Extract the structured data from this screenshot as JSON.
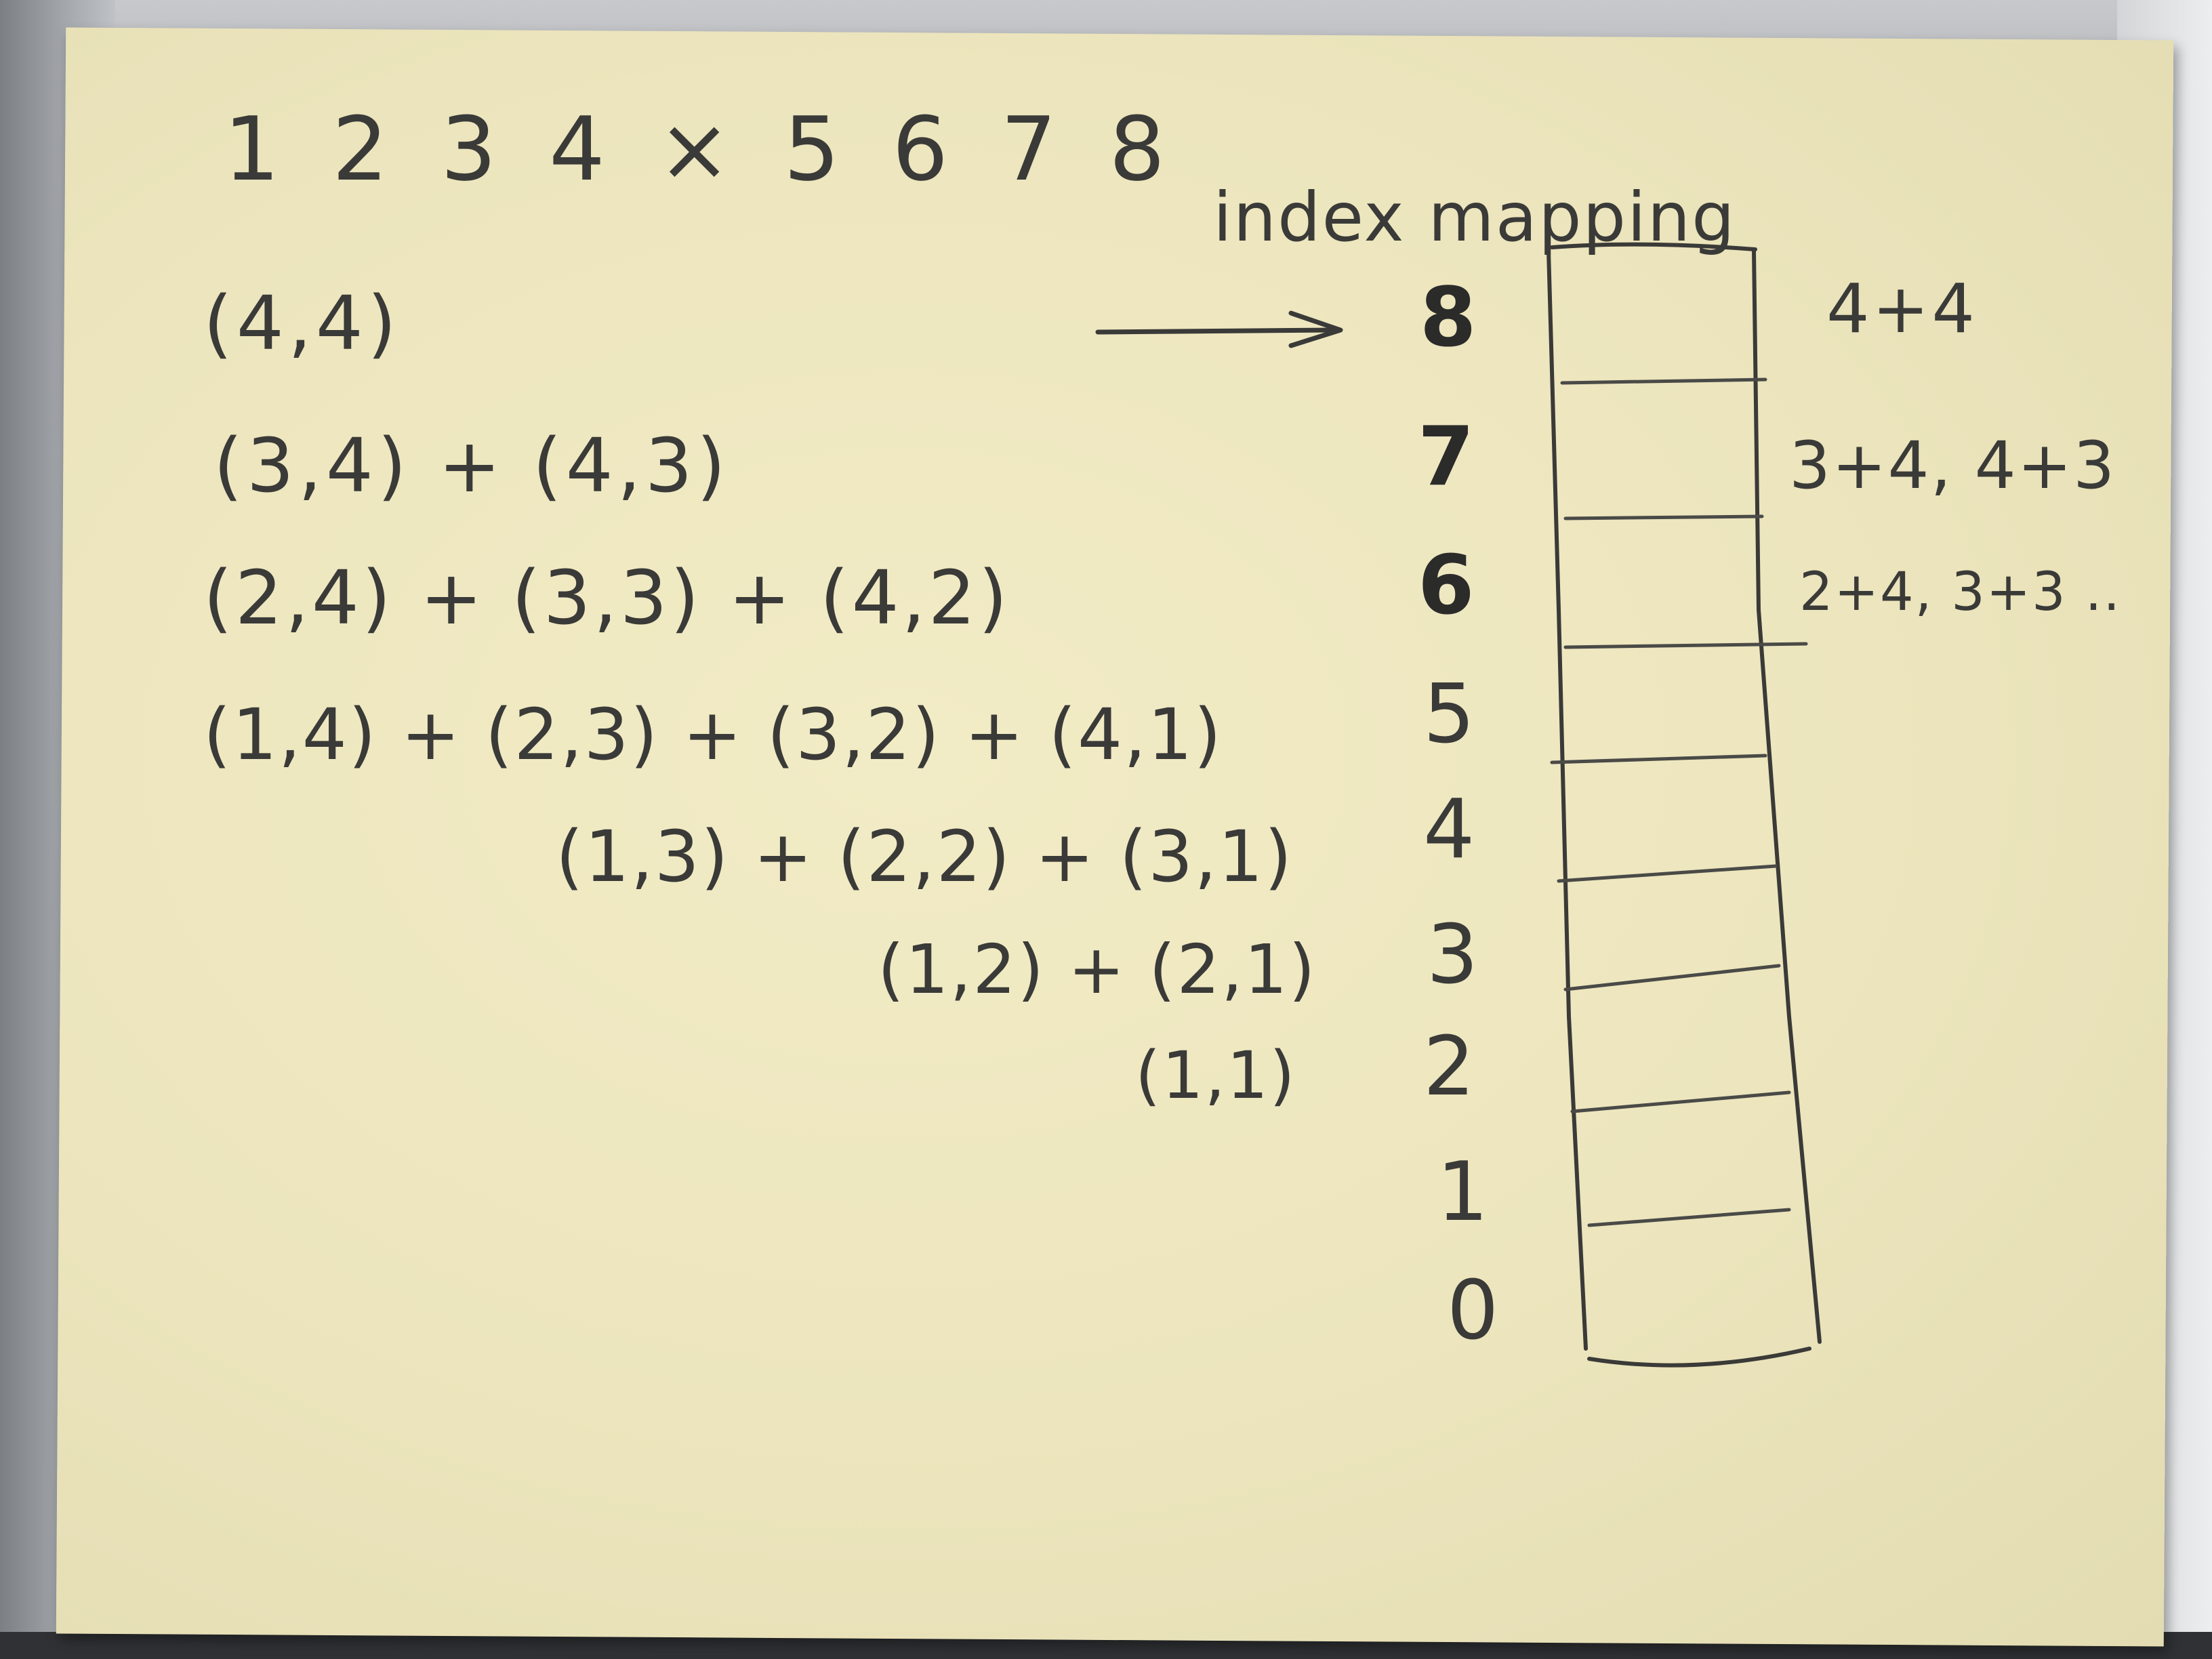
{
  "note": {
    "title": "1 2 3 4 × 5 6 7 8",
    "rows": [
      "(4,4)",
      "(3,4) + (4,3)",
      "(2,4) + (3,3) + (4,2)",
      "(1,4) + (2,3) + (3,2) + (4,1)",
      "(1,3) + (2,2) + (3,1)",
      "(1,2) + (2,1)",
      "(1,1)"
    ],
    "mapping_label": "index mapping",
    "indices": [
      "8",
      "7",
      "6",
      "5",
      "4",
      "3",
      "2",
      "1",
      "0"
    ],
    "sums": [
      "4+4",
      "3+4, 4+3",
      "2+4, 3+3 .."
    ]
  },
  "colors": {
    "paper": "#ece5bd",
    "pencil": "#3a3a38"
  }
}
